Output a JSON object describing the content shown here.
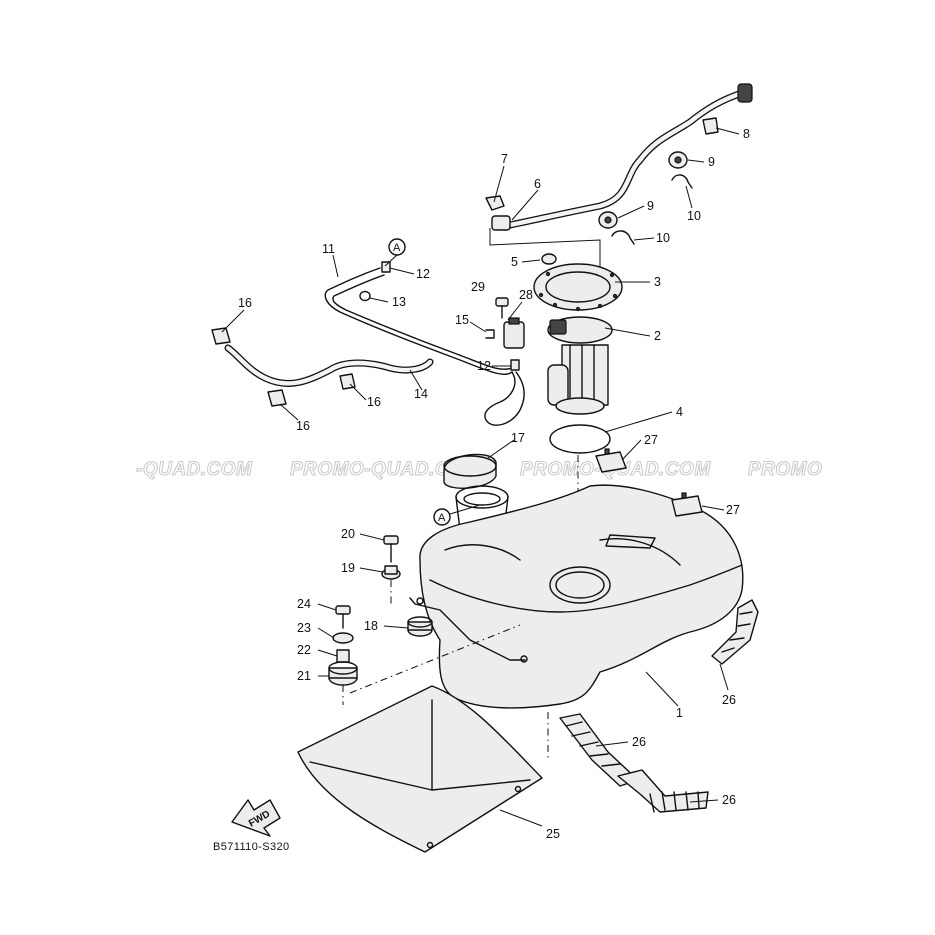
{
  "watermark": {
    "texts": [
      "-QUAD.COM",
      "PROMO-QUAD.COM",
      "PROMO-QUAD.COM",
      "PROMO"
    ]
  },
  "reference_markers": [
    "A",
    "A"
  ],
  "forward_arrow": "FWD",
  "diagram_code": "B571110-S320",
  "callouts": [
    "1",
    "2",
    "3",
    "4",
    "5",
    "6",
    "7",
    "8",
    "9",
    "9",
    "10",
    "10",
    "11",
    "12",
    "12",
    "13",
    "14",
    "15",
    "16",
    "16",
    "16",
    "17",
    "18",
    "19",
    "20",
    "21",
    "22",
    "23",
    "24",
    "25",
    "26",
    "26",
    "26",
    "27",
    "27",
    "28",
    "29"
  ]
}
